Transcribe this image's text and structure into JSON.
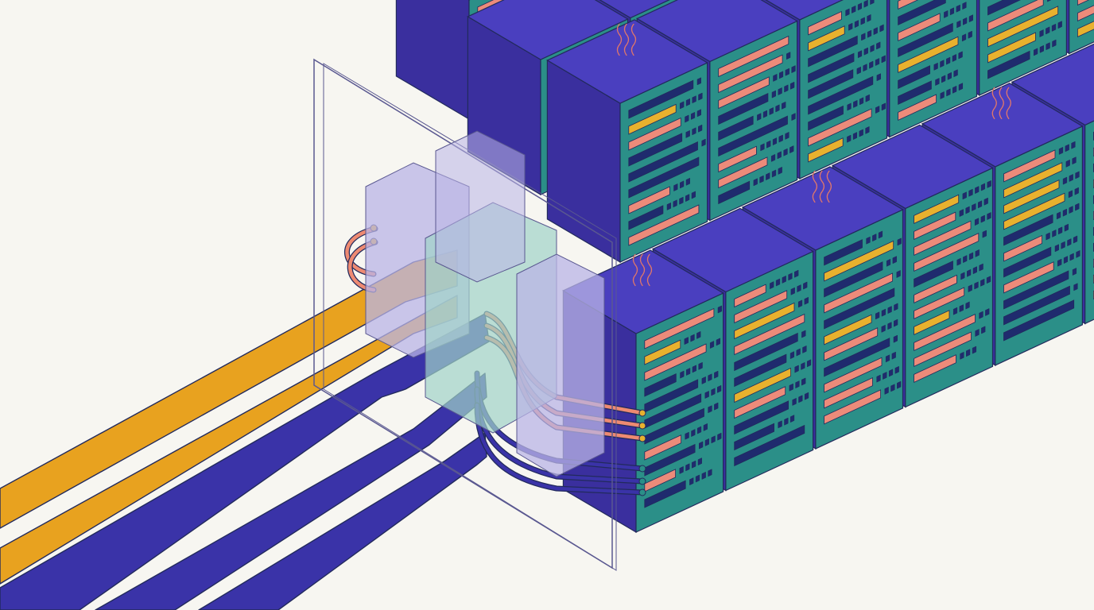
{
  "scene": {
    "description_free": true,
    "colors": {
      "background": "#f7f6f1",
      "rack_top": "#4a3fbf",
      "rack_left": "#3a2f9e",
      "rack_front": "#2b8f88",
      "rack_front_alt": "#2a9a7c",
      "rack_top_alt": "#2f9a78",
      "panel_red": "#ec8b7a",
      "panel_yellow": "#e8b12e",
      "panel_dark": "#1f2b6e",
      "outline": "#222a5c",
      "cable_orange": "#e8a21f",
      "cable_blue": "#3a33a8",
      "cable_salmon": "#ee8a72",
      "heat": "#e0776a",
      "glass_fill": "#b9b4e6",
      "glass_stroke": "#5a5890"
    },
    "icons": [
      "server-rack",
      "heat-wave",
      "cable",
      "glass-panel"
    ]
  }
}
